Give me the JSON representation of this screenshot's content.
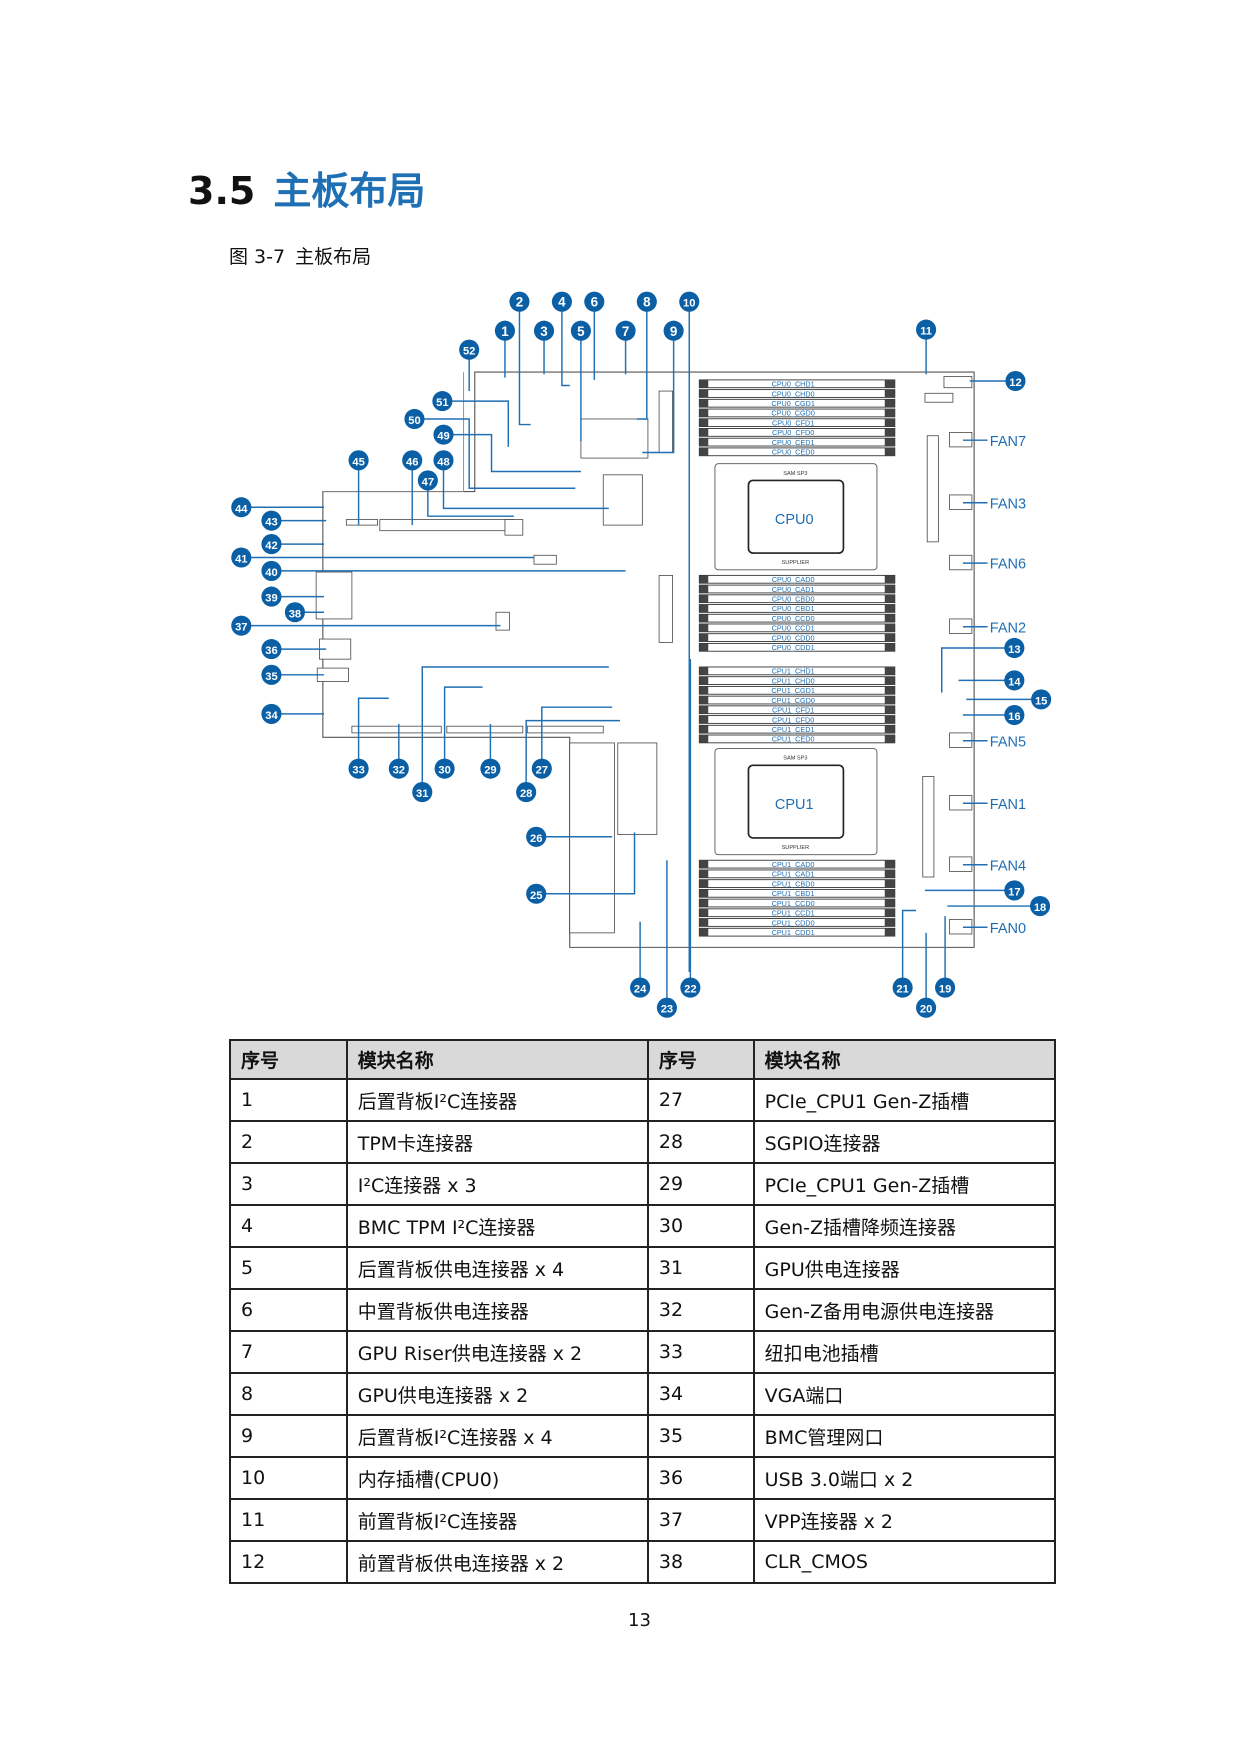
{
  "section": {
    "number": "3.5",
    "title": "主板布局"
  },
  "figure": {
    "label": "图 3-7",
    "title": "主板布局"
  },
  "diagram": {
    "callouts": [
      "1",
      "2",
      "3",
      "4",
      "5",
      "6",
      "7",
      "8",
      "9",
      "10",
      "11",
      "12",
      "13",
      "14",
      "15",
      "16",
      "17",
      "18",
      "19",
      "20",
      "21",
      "22",
      "23",
      "24",
      "25",
      "26",
      "27",
      "28",
      "29",
      "30",
      "31",
      "32",
      "33",
      "34",
      "35",
      "36",
      "37",
      "38",
      "39",
      "40",
      "41",
      "42",
      "43",
      "44",
      "45",
      "46",
      "47",
      "48",
      "49",
      "50",
      "51",
      "52"
    ],
    "fans": [
      "FAN7",
      "FAN3",
      "FAN6",
      "FAN2",
      "FAN5",
      "FAN1",
      "FAN4",
      "FAN0"
    ],
    "cpus": [
      {
        "name": "CPU0",
        "socket": "SAM SP3",
        "supplier": "SUPPLIER",
        "dimms_top": [
          "CPU0_CHD1",
          "CPU0_CHD0",
          "CPU0_CGD1",
          "CPU0_CGD0",
          "CPU0_CFD1",
          "CPU0_CFD0",
          "CPU0_CED1",
          "CPU0_CED0"
        ],
        "dimms_bottom": [
          "CPU0_CAD0",
          "CPU0_CAD1",
          "CPU0_CBD0",
          "CPU0_CBD1",
          "CPU0_CCD0",
          "CPU0_CCD1",
          "CPU0_CDD0",
          "CPU0_CDD1"
        ]
      },
      {
        "name": "CPU1",
        "socket": "SAM SP3",
        "supplier": "SUPPLIER",
        "dimms_top": [
          "CPU1_CHD1",
          "CPU1_CHD0",
          "CPU1_CGD1",
          "CPU1_CGD0",
          "CPU1_CFD1",
          "CPU1_CFD0",
          "CPU1_CED1",
          "CPU1_CED0"
        ],
        "dimms_bottom": [
          "CPU1_CAD0",
          "CPU1_CAD1",
          "CPU1_CBD0",
          "CPU1_CBD1",
          "CPU1_CCD0",
          "CPU1_CCD1",
          "CPU1_CDD0",
          "CPU1_CDD1"
        ]
      }
    ],
    "colors": {
      "callout": "#0b5fa5",
      "leader": "#1f6fb5",
      "dimm_label": "#1f6fb5",
      "board": "#555555"
    }
  },
  "table": {
    "headers": [
      "序号",
      "模块名称",
      "序号",
      "模块名称"
    ],
    "rows": [
      [
        "1",
        "后置背板I²C连接器",
        "27",
        "PCIe_CPU1 Gen-Z插槽"
      ],
      [
        "2",
        "TPM卡连接器",
        "28",
        "SGPIO连接器"
      ],
      [
        "3",
        "I²C连接器 x 3",
        "29",
        "PCIe_CPU1 Gen-Z插槽"
      ],
      [
        "4",
        "BMC TPM I²C连接器",
        "30",
        "Gen-Z插槽降频连接器"
      ],
      [
        "5",
        "后置背板供电连接器 x 4",
        "31",
        "GPU供电连接器"
      ],
      [
        "6",
        "中置背板供电连接器",
        "32",
        "Gen-Z备用电源供电连接器"
      ],
      [
        "7",
        "GPU Riser供电连接器 x 2",
        "33",
        "纽扣电池插槽"
      ],
      [
        "8",
        "GPU供电连接器 x 2",
        "34",
        "VGA端口"
      ],
      [
        "9",
        "后置背板I²C连接器 x 4",
        "35",
        "BMC管理网口"
      ],
      [
        "10",
        "内存插槽(CPU0)",
        "36",
        "USB 3.0端口 x 2"
      ],
      [
        "11",
        "前置背板I²C连接器",
        "37",
        "VPP连接器 x 2"
      ],
      [
        "12",
        "前置背板供电连接器 x 2",
        "38",
        "CLR_CMOS"
      ]
    ]
  },
  "page_number": "13"
}
